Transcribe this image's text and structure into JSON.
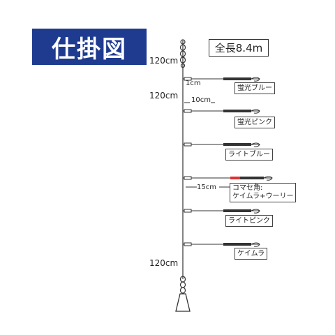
{
  "title": "仕掛図",
  "total_length": "全長8.4m",
  "segments": {
    "top": "120cm",
    "mid": "120cm",
    "bottom": "120cm",
    "branch_len": "1cm",
    "branch_gap": "10cm",
    "leader_len": "15cm"
  },
  "hooks": [
    {
      "label": "蛍光ブルー"
    },
    {
      "label": "蛍光ピンク"
    },
    {
      "label": "ライトブルー"
    },
    {
      "label": "コマセ角:\nケイムラ+ウーリー"
    },
    {
      "label": "ライトピンク"
    },
    {
      "label": "ケイムラ"
    }
  ],
  "colors": {
    "badge": "#1f3b8f",
    "line": "#333333",
    "accent_red": "#e03030"
  }
}
